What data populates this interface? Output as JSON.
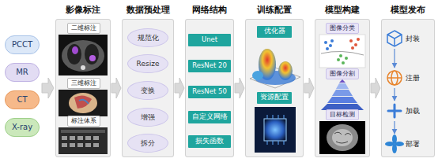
{
  "diagram": {
    "nodes": [
      {
        "text": [
          "PCCT"
        ]
      },
      {
        "text": [
          "MR"
        ]
      },
      {
        "text": [
          "CT"
        ]
      },
      {
        "text": [
          "X-ray"
        ]
      },
      {
        "text": [
          "影像标注"
        ]
      },
      {
        "text": [
          "二维标注"
        ],
        "in": 4
      },
      {
        "text": [
          "三维标注"
        ],
        "in": 4
      },
      {
        "text": [
          "标注体系"
        ],
        "in": 4
      },
      {
        "text": [
          "数据预处理"
        ]
      },
      {
        "text": [
          "规范化"
        ],
        "in": 8
      },
      {
        "text": [
          "Resize"
        ],
        "in": 8
      },
      {
        "text": [
          "变换"
        ],
        "in": 8
      },
      {
        "text": [
          "增强"
        ],
        "in": 8
      },
      {
        "text": [
          "拆分"
        ],
        "in": 8
      },
      {
        "text": [
          "网络结构"
        ]
      },
      {
        "text": [
          "Unet"
        ],
        "in": 14
      },
      {
        "text": [
          "ResNet 20"
        ],
        "in": 14
      },
      {
        "text": [
          "ResNet 50"
        ],
        "in": 14
      },
      {
        "text": [
          "自定义网络"
        ],
        "in": 14
      },
      {
        "text": [
          "损失函数"
        ],
        "in": 14
      },
      {
        "text": [
          "训练配置"
        ]
      },
      {
        "text": [
          "优化器"
        ],
        "in": 20
      },
      {
        "text": [
          "资源配置"
        ],
        "in": 20
      },
      {
        "text": [
          "模型构建"
        ]
      },
      {
        "text": [
          "图像分类"
        ],
        "in": 23
      },
      {
        "text": [
          "图像分割"
        ],
        "in": 23
      },
      {
        "text": [
          "目标检测"
        ],
        "in": 23
      },
      {
        "text": [
          "模型发布"
        ]
      },
      {
        "text": [
          "封装"
        ],
        "in": 27
      },
      {
        "text": [
          "注册"
        ],
        "in": 27
      },
      {
        "text": [
          "加载"
        ],
        "in": 27
      },
      {
        "text": [
          "部署"
        ],
        "in": 27
      }
    ],
    "edges": [
      {
        "from": 4,
        "to": 8,
        "arrow": "to"
      },
      {
        "from": 8,
        "to": 14,
        "arrow": "to"
      },
      {
        "from": 14,
        "to": 20,
        "arrow": "to"
      },
      {
        "from": 20,
        "to": 23,
        "arrow": "to"
      },
      {
        "from": 23,
        "to": 27,
        "arrow": "to"
      },
      {
        "from": 28,
        "to": 29,
        "arrow": "to"
      },
      {
        "from": 29,
        "to": 30,
        "arrow": "to"
      },
      {
        "from": 30,
        "to": 31,
        "arrow": "to"
      }
    ]
  }
}
